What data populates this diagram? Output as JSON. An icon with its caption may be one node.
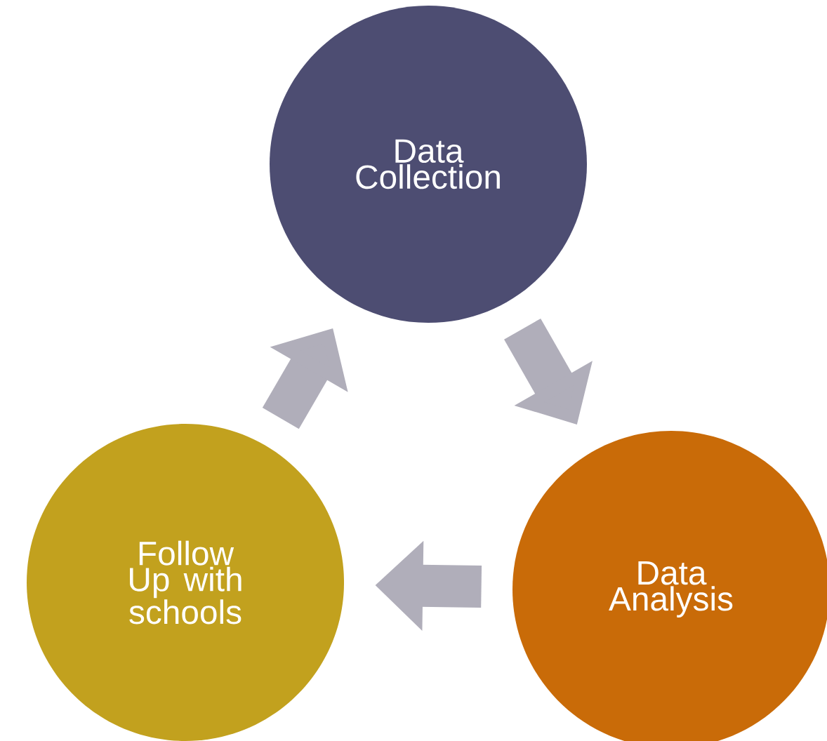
{
  "diagram": {
    "nodes": [
      {
        "text": [
          "Data Collection"
        ]
      },
      {
        "text": [
          "Data Analysis"
        ]
      },
      {
        "text": [
          "Follow Up with schools"
        ]
      }
    ],
    "edges": [
      {
        "from": 0,
        "to": 1,
        "arrow": "to"
      },
      {
        "from": 1,
        "to": 2,
        "arrow": "to"
      },
      {
        "from": 2,
        "to": 0,
        "arrow": "to"
      }
    ]
  }
}
